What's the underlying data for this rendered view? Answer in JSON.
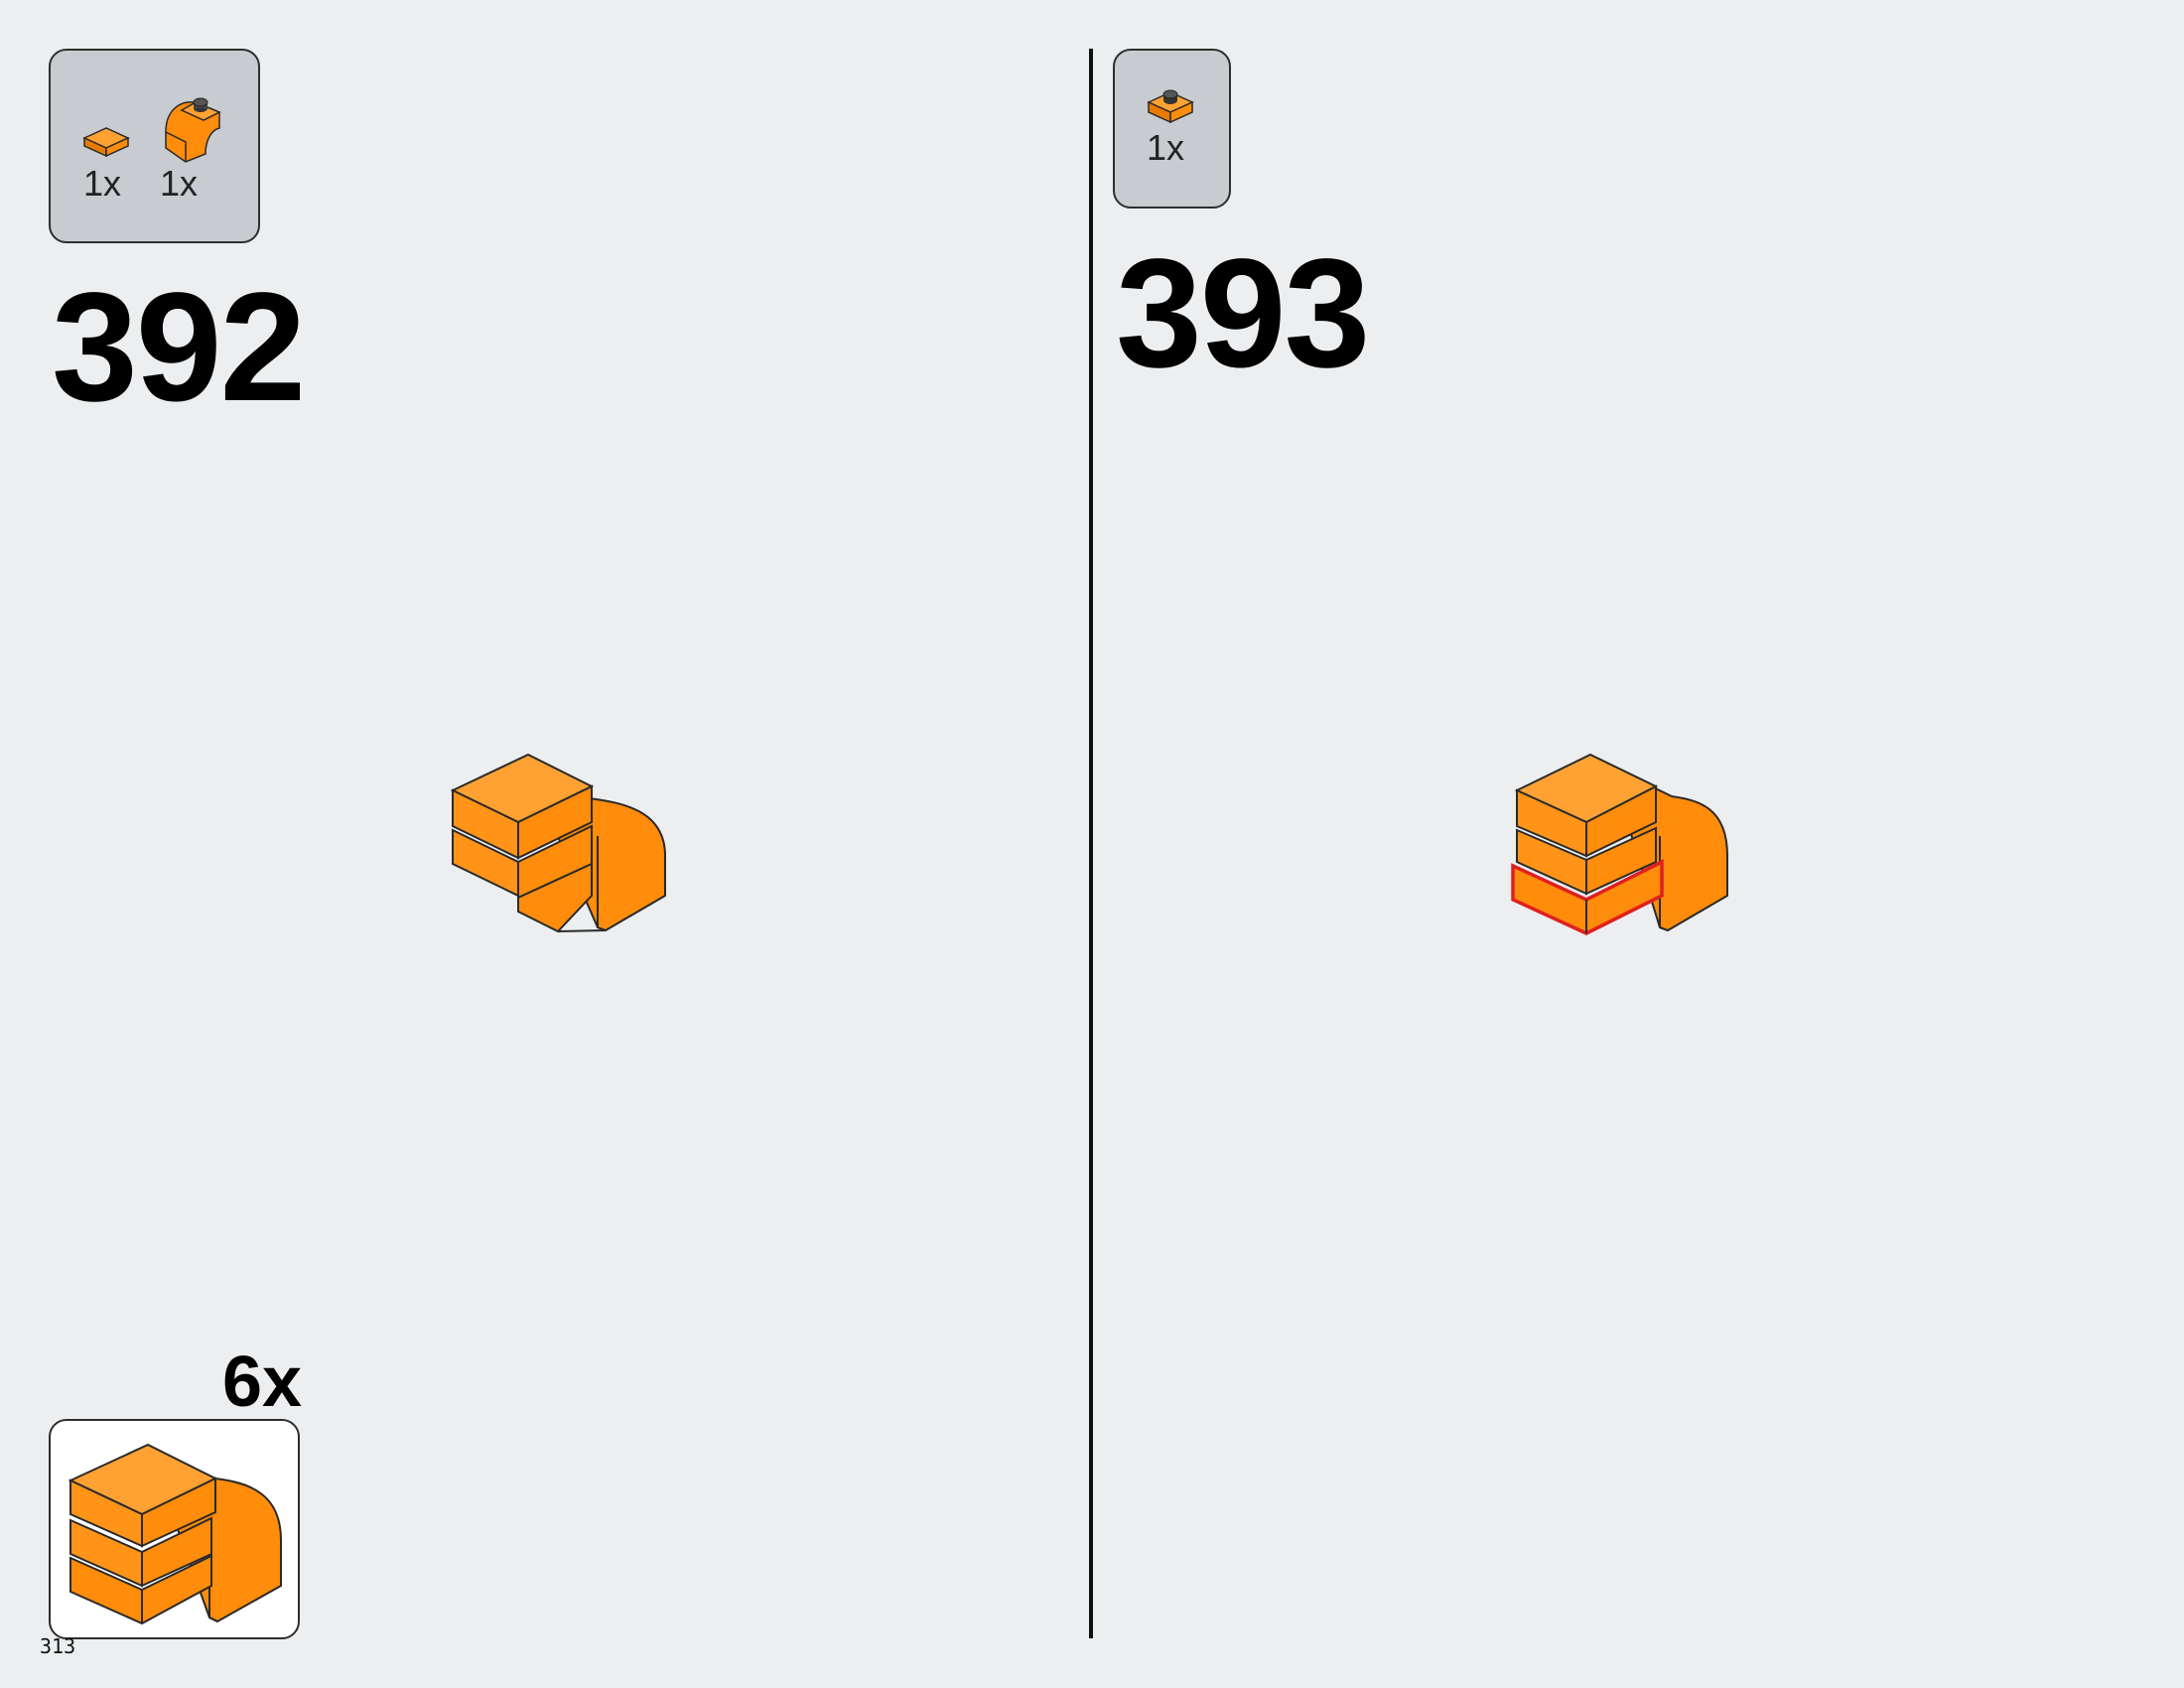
{
  "page": {
    "number": "313",
    "accent_color": "#ff8c0a",
    "highlight_color": "#e02020"
  },
  "steps": [
    {
      "number": "392",
      "parts": [
        {
          "icon": "orange-tile-1x1-icon",
          "qty": "1x"
        },
        {
          "icon": "orange-curved-slope-icon",
          "qty": "1x"
        }
      ]
    },
    {
      "number": "393",
      "parts": [
        {
          "icon": "orange-plate-1x1-icon",
          "qty": "1x"
        }
      ]
    }
  ],
  "submodel": {
    "multiplier": "6x",
    "icon": "orange-curved-assembly-icon"
  }
}
